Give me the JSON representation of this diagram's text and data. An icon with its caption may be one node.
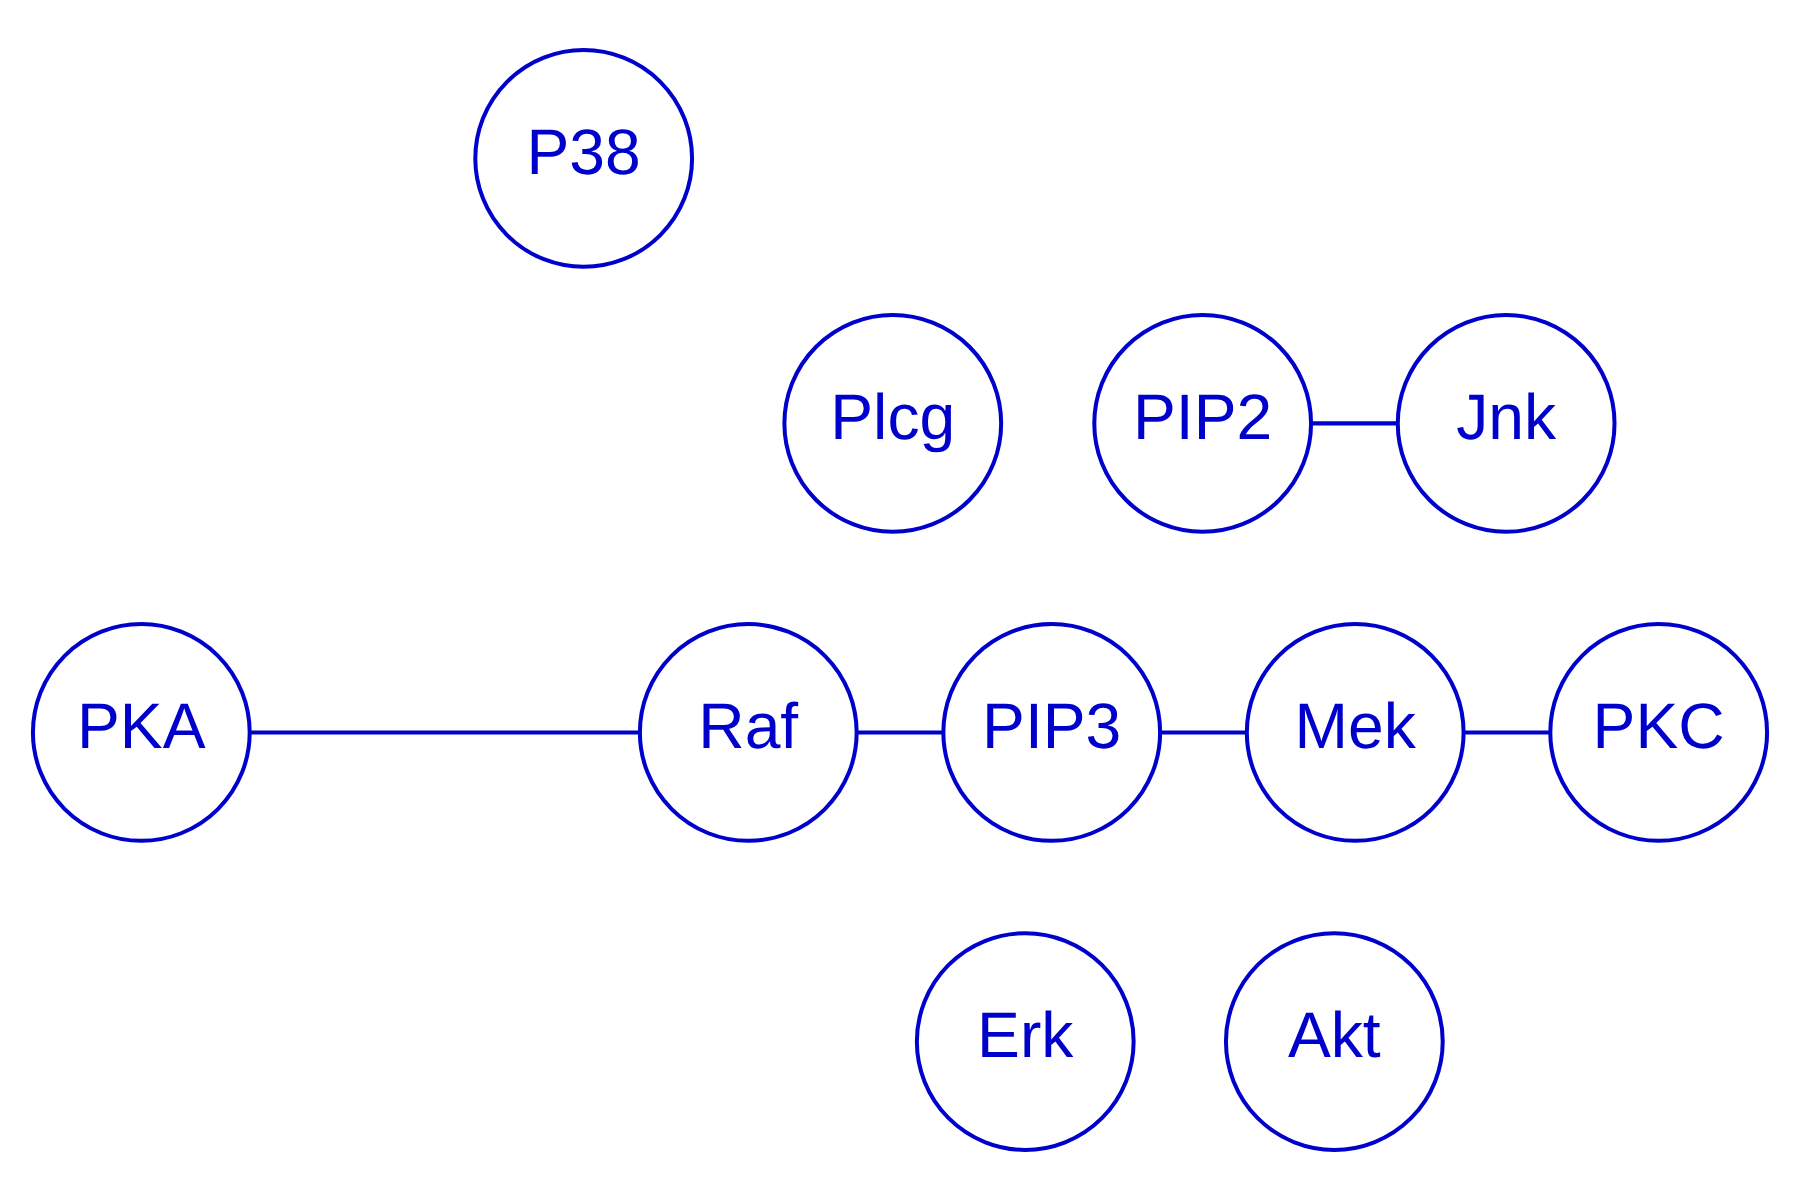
{
  "diagram": {
    "nodes": [
      {
        "text": [
          "Raf"
        ]
      },
      {
        "text": [
          "Mek"
        ]
      },
      {
        "text": [
          "Plcg"
        ]
      },
      {
        "text": [
          "PIP2"
        ]
      },
      {
        "text": [
          "PIP3"
        ]
      },
      {
        "text": [
          "Erk"
        ]
      },
      {
        "text": [
          "Akt"
        ]
      },
      {
        "text": [
          "PKA"
        ]
      },
      {
        "text": [
          "PKC"
        ]
      },
      {
        "text": [
          "P38"
        ]
      },
      {
        "text": [
          "Jnk"
        ]
      }
    ],
    "edges": [
      {
        "from": 4,
        "to": 1,
        "arrow": "none"
      },
      {
        "from": 4,
        "to": 0,
        "arrow": "none"
      },
      {
        "from": 3,
        "to": 10,
        "arrow": "none"
      },
      {
        "from": 8,
        "to": 1,
        "arrow": "none"
      },
      {
        "from": 7,
        "to": 0,
        "arrow": "none"
      }
    ]
  }
}
